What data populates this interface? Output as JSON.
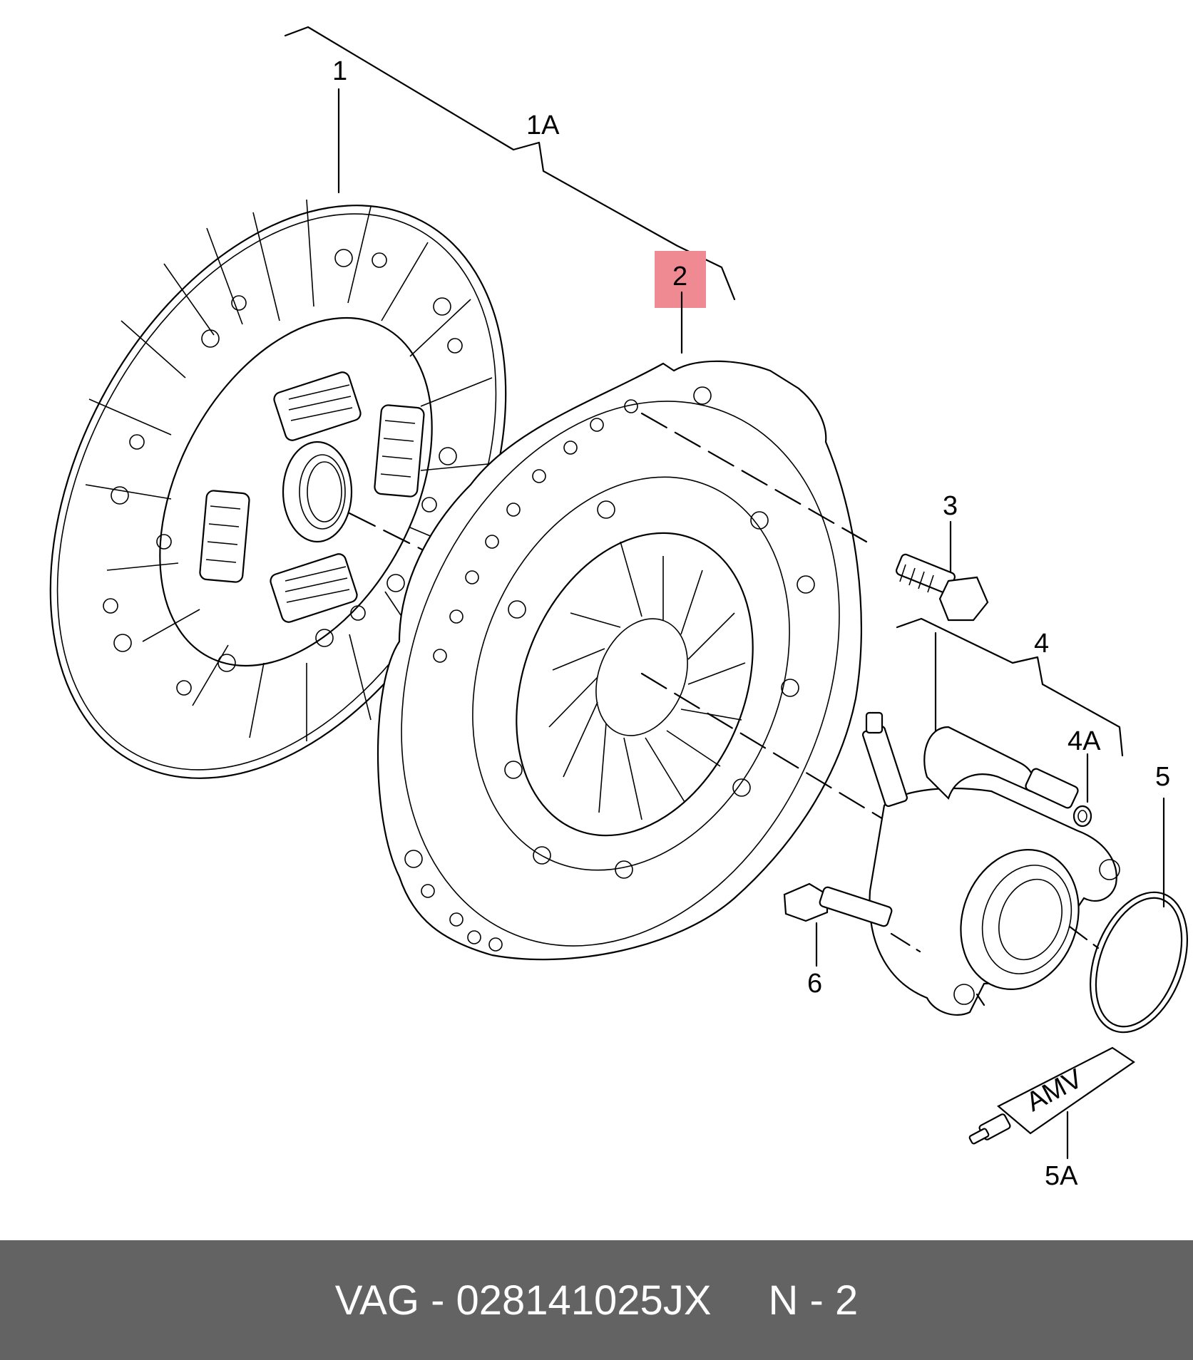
{
  "labels": {
    "part_1": "1",
    "part_1A": "1A",
    "part_2": "2",
    "part_3": "3",
    "part_4": "4",
    "part_4A": "4A",
    "part_5": "5",
    "part_5A": "5A",
    "part_6": "6",
    "tube_text": "AMV"
  },
  "highlight_color": "#f08a92",
  "footer": {
    "part_number": "VAG - 028141025JX",
    "position": "N - 2",
    "background": "#636363"
  }
}
